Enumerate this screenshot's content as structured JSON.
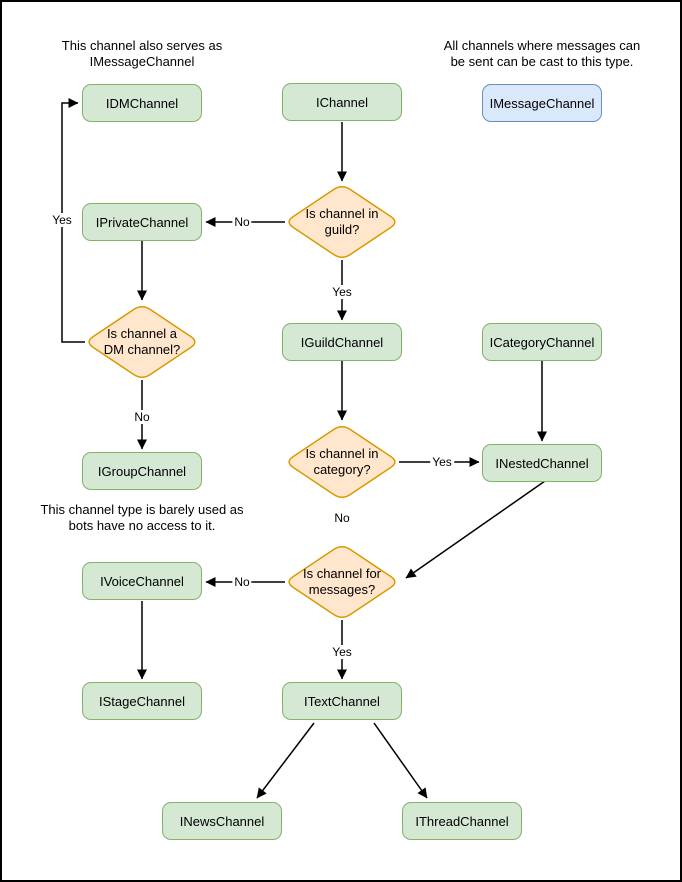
{
  "palette": {
    "background": "#ffffff",
    "frame_border": "#000000",
    "node_fill": "#d5e8d4",
    "node_stroke": "#82b366",
    "highlight_fill": "#dae8fc",
    "highlight_stroke": "#6c8ebf",
    "decision_fill": "#ffe6cc",
    "decision_stroke": "#d79b00",
    "edge_color": "#000000"
  },
  "notes": {
    "dm_note": "This channel also serves as\nIMessageChannel",
    "message_note": "All channels where messages can\nbe sent can be cast to this type.",
    "group_note": "This channel type is barely used as\nbots have no access to it."
  },
  "nodes": {
    "idm": {
      "label": "IDMChannel"
    },
    "ichannel": {
      "label": "IChannel"
    },
    "imessage": {
      "label": "IMessageChannel"
    },
    "iprivate": {
      "label": "IPrivateChannel"
    },
    "iguild": {
      "label": "IGuildChannel"
    },
    "icategory": {
      "label": "ICategoryChannel"
    },
    "igroup": {
      "label": "IGroupChannel"
    },
    "inested": {
      "label": "INestedChannel"
    },
    "ivoice": {
      "label": "IVoiceChannel"
    },
    "istage": {
      "label": "IStageChannel"
    },
    "itext": {
      "label": "ITextChannel"
    },
    "inews": {
      "label": "INewsChannel"
    },
    "ithread": {
      "label": "IThreadChannel"
    }
  },
  "decisions": {
    "in_guild": {
      "question": "Is channel in\nguild?"
    },
    "is_dm": {
      "question": "Is channel a\nDM channel?"
    },
    "in_category": {
      "question": "Is channel in\ncategory?"
    },
    "for_messages": {
      "question": "Is channel for\nmessages?"
    }
  },
  "edge_labels": {
    "guild_no": "No",
    "guild_yes": "Yes",
    "dm_yes": "Yes",
    "dm_no": "No",
    "category_yes": "Yes",
    "category_no": "No",
    "messages_no": "No",
    "messages_yes": "Yes"
  }
}
